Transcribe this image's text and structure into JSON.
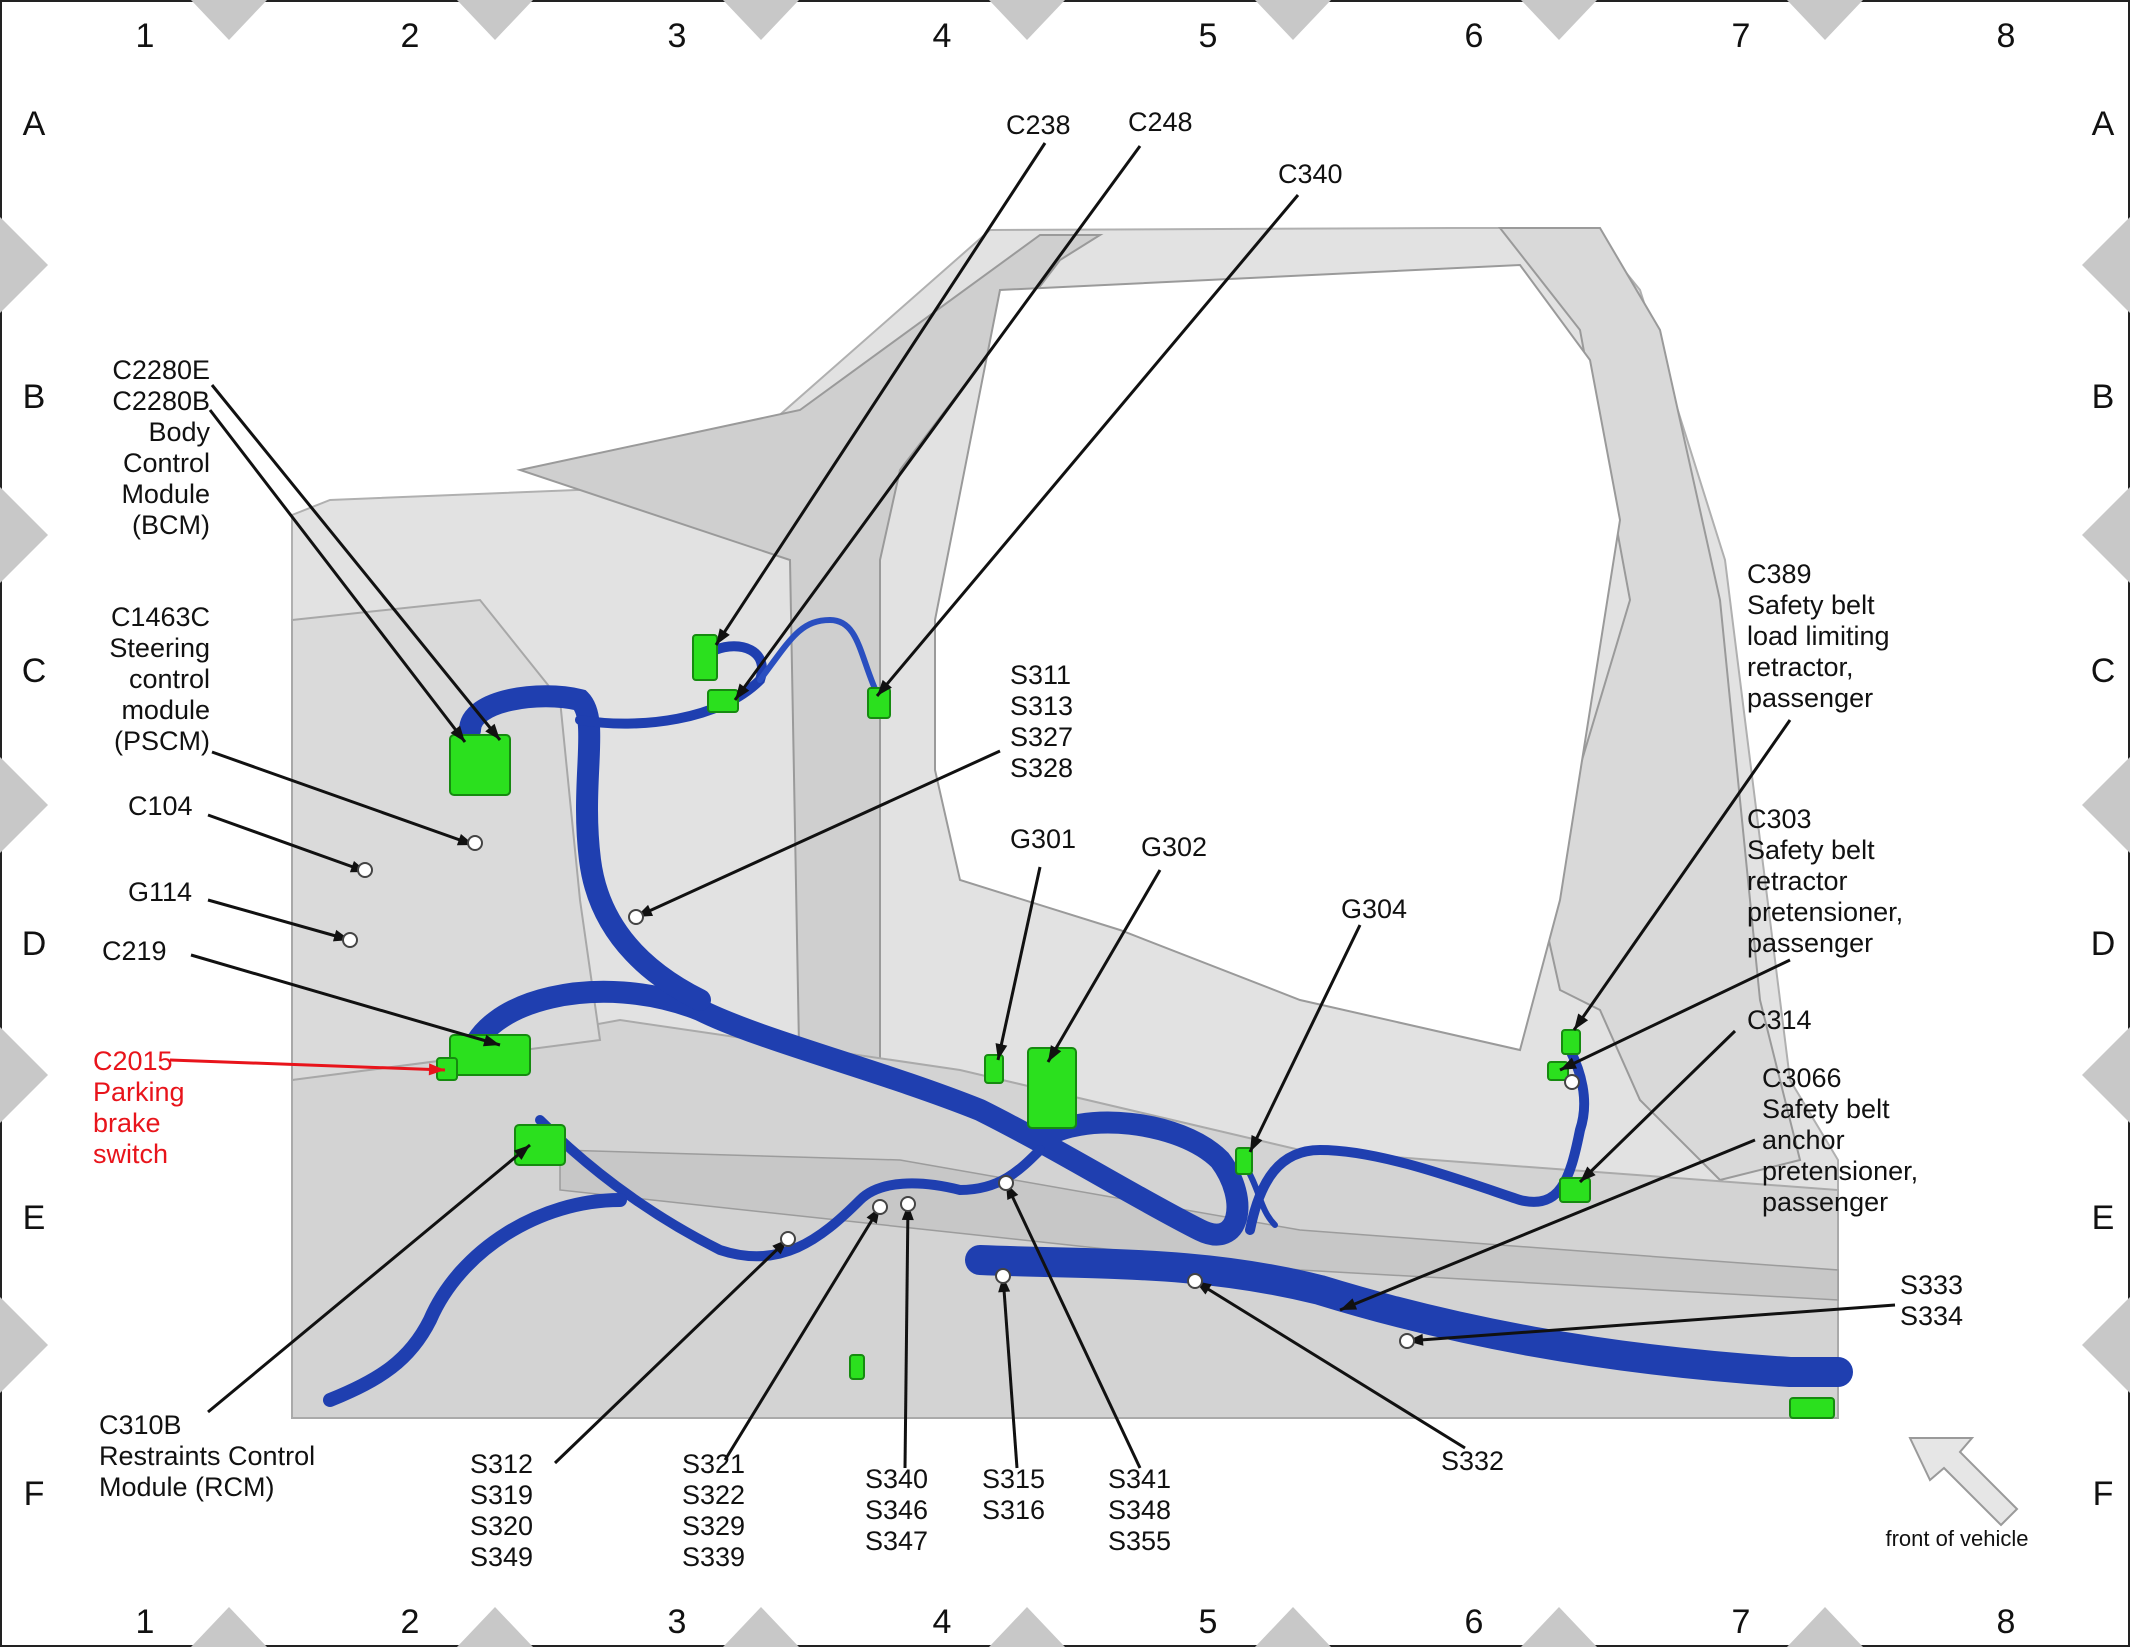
{
  "diagram": {
    "columns": [
      "1",
      "2",
      "3",
      "4",
      "5",
      "6",
      "7",
      "8"
    ],
    "rows": [
      "A",
      "B",
      "C",
      "D",
      "E",
      "F"
    ],
    "callouts": [
      {
        "id": "c2280",
        "lines": [
          "C2280E",
          "C2280B",
          "Body",
          "Control",
          "Module",
          "(BCM)"
        ],
        "align": "end"
      },
      {
        "id": "c1463c",
        "lines": [
          "C1463C",
          "Steering",
          "control",
          "module",
          "(PSCM)"
        ],
        "align": "end"
      },
      {
        "id": "c104",
        "lines": [
          "C104"
        ],
        "align": "start"
      },
      {
        "id": "g114",
        "lines": [
          "G114"
        ],
        "align": "start"
      },
      {
        "id": "c219",
        "lines": [
          "C219"
        ],
        "align": "start"
      },
      {
        "id": "c2015",
        "lines": [
          "C2015",
          "Parking",
          "brake",
          "switch"
        ],
        "align": "start",
        "color": "#e8141b"
      },
      {
        "id": "c310b",
        "lines": [
          "C310B",
          "Restraints Control",
          "Module (RCM)"
        ],
        "align": "start"
      },
      {
        "id": "c238",
        "lines": [
          "C238"
        ],
        "align": "start"
      },
      {
        "id": "c248",
        "lines": [
          "C248"
        ],
        "align": "start"
      },
      {
        "id": "c340",
        "lines": [
          "C340"
        ],
        "align": "start"
      },
      {
        "id": "s311",
        "lines": [
          "S311",
          "S313",
          "S327",
          "S328"
        ],
        "align": "start"
      },
      {
        "id": "g301",
        "lines": [
          "G301"
        ],
        "align": "start"
      },
      {
        "id": "g302",
        "lines": [
          "G302"
        ],
        "align": "start"
      },
      {
        "id": "g304",
        "lines": [
          "G304"
        ],
        "align": "start"
      },
      {
        "id": "c389",
        "lines": [
          "C389",
          "Safety belt",
          "load limiting",
          "retractor,",
          "passenger"
        ],
        "align": "start"
      },
      {
        "id": "c303",
        "lines": [
          "C303",
          "Safety belt",
          "retractor",
          "pretensioner,",
          "passenger"
        ],
        "align": "start"
      },
      {
        "id": "c314",
        "lines": [
          "C314"
        ],
        "align": "start"
      },
      {
        "id": "c3066",
        "lines": [
          "C3066",
          "Safety belt",
          "anchor",
          "pretensioner,",
          "passenger"
        ],
        "align": "start"
      },
      {
        "id": "s333",
        "lines": [
          "S333",
          "S334"
        ],
        "align": "start"
      },
      {
        "id": "s312",
        "lines": [
          "S312",
          "S319",
          "S320",
          "S349"
        ],
        "align": "start"
      },
      {
        "id": "s321",
        "lines": [
          "S321",
          "S322",
          "S329",
          "S339"
        ],
        "align": "start"
      },
      {
        "id": "s340",
        "lines": [
          "S340",
          "S346",
          "S347"
        ],
        "align": "start"
      },
      {
        "id": "s315",
        "lines": [
          "S315",
          "S316"
        ],
        "align": "start"
      },
      {
        "id": "s341",
        "lines": [
          "S341",
          "S348",
          "S355"
        ],
        "align": "start"
      },
      {
        "id": "s332",
        "lines": [
          "S332"
        ],
        "align": "start"
      }
    ],
    "front_note": "front of vehicle",
    "colors": {
      "harness": "#1f3fb0",
      "harness_dark": "#0e2478",
      "harness_light": "#4f78e0",
      "connector": "#2be01e",
      "body": "#d6d6d6",
      "callout_red": "#e8141b",
      "frame_marker": "#c8c8c8"
    }
  }
}
